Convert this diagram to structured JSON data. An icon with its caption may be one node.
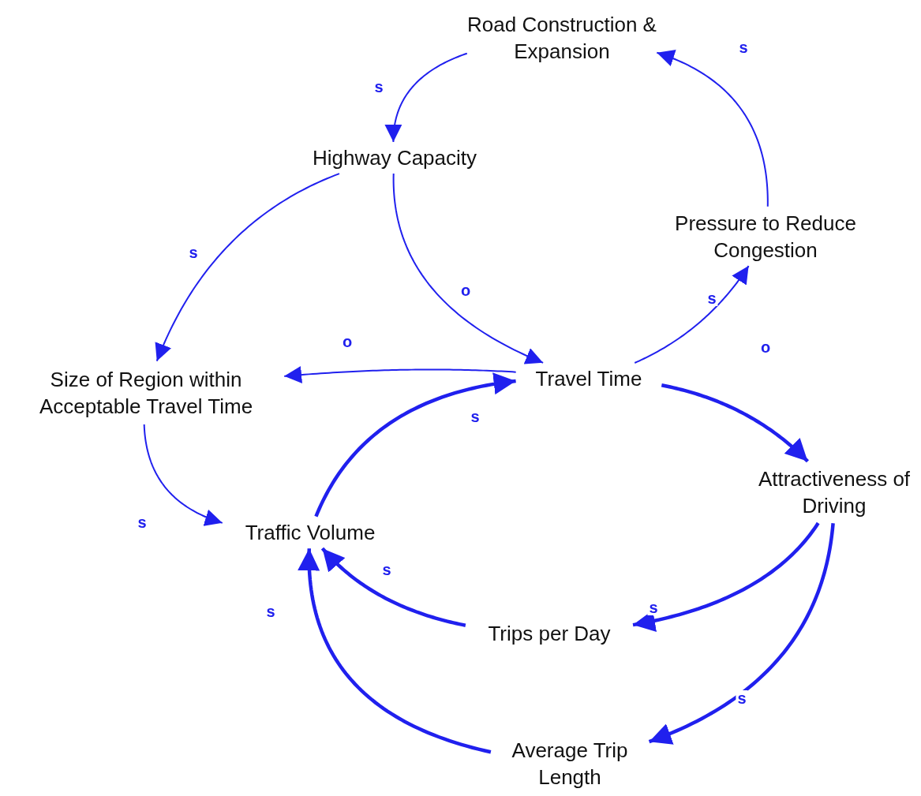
{
  "diagram": {
    "nodes": [
      {
        "text": [
          "Road Construction & Expansion"
        ]
      },
      {
        "text": [
          "Highway Capacity"
        ]
      },
      {
        "text": [
          "Pressure to Reduce Congestion"
        ]
      },
      {
        "text": [
          "Size of Region within Acceptable Travel Time"
        ]
      },
      {
        "text": [
          "Travel Time"
        ]
      },
      {
        "text": [
          "Attractiveness of Driving"
        ]
      },
      {
        "text": [
          "Traffic Volume"
        ]
      },
      {
        "text": [
          "Trips per Day"
        ]
      },
      {
        "text": [
          "Average Trip Length"
        ]
      }
    ],
    "edges": [
      {
        "from": 0,
        "to": 1,
        "arrow": "to",
        "label": "s"
      },
      {
        "from": 1,
        "to": 3,
        "arrow": "to",
        "label": "s"
      },
      {
        "from": 1,
        "to": 4,
        "arrow": "to",
        "label": "o"
      },
      {
        "from": 2,
        "to": 0,
        "arrow": "to",
        "label": "s"
      },
      {
        "from": 4,
        "to": 2,
        "arrow": "to",
        "label": "s"
      },
      {
        "from": 4,
        "to": 3,
        "arrow": "to",
        "label": "o"
      },
      {
        "from": 6,
        "to": 4,
        "arrow": "to",
        "label": "s",
        "style": "thick"
      },
      {
        "from": 4,
        "to": 5,
        "arrow": "to",
        "label": "o",
        "style": "thick"
      },
      {
        "from": 3,
        "to": 6,
        "arrow": "to",
        "label": "s"
      },
      {
        "from": 5,
        "to": 7,
        "arrow": "to",
        "label": "s",
        "style": "thick"
      },
      {
        "from": 7,
        "to": 6,
        "arrow": "to",
        "label": "s",
        "style": "thick"
      },
      {
        "from": 5,
        "to": 8,
        "arrow": "to",
        "label": "s",
        "style": "thick"
      },
      {
        "from": 8,
        "to": 6,
        "arrow": "to",
        "label": "s",
        "style": "thick"
      }
    ]
  }
}
